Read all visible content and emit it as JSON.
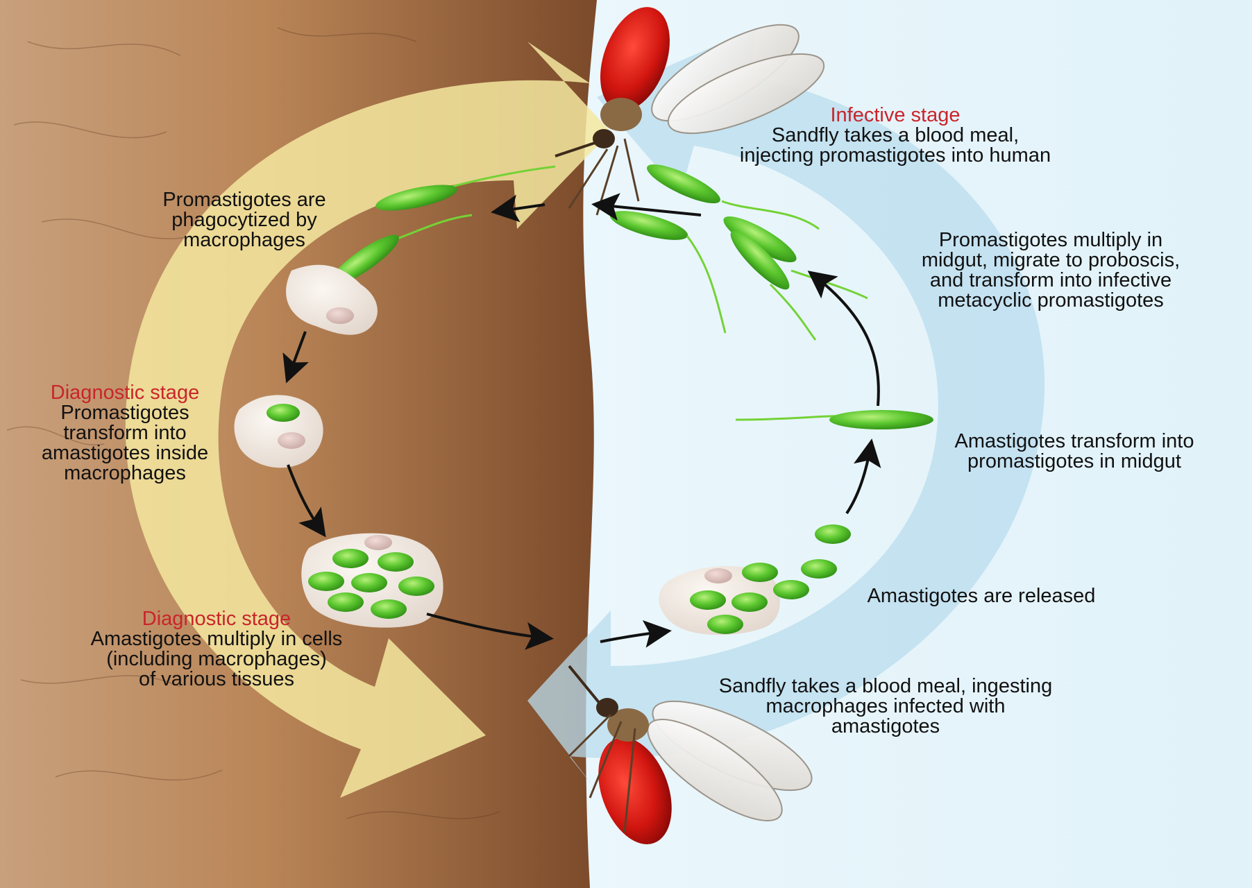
{
  "colors": {
    "skin_dark": "#7a4a2c",
    "skin_light": "#d9b28e",
    "sandfly_bg": "#e8f6fb",
    "yellow_arrow": "#f4e7a0",
    "blue_arrow": "#b9dcee",
    "parasite_green": "#5cc72f",
    "stage_red": "#c9252b",
    "arrow_black": "#111111"
  },
  "labels": {
    "infective": {
      "stage": "Infective stage",
      "lines": [
        "Sandfly takes a blood meal,",
        "injecting promastigotes into human"
      ]
    },
    "phagocytized": {
      "lines": [
        "Promastigotes are",
        "phagocytized by",
        "macrophages"
      ]
    },
    "diagnostic_1": {
      "stage": "Diagnostic stage",
      "lines": [
        "Promastigotes",
        "transform into",
        "amastigotes inside",
        "macrophages"
      ]
    },
    "diagnostic_2": {
      "stage": "Diagnostic stage",
      "lines": [
        "Amastigotes multiply in cells",
        "(including macrophages)",
        "of various tissues"
      ]
    },
    "midgut_multiply": {
      "lines": [
        "Promastigotes multiply in",
        "midgut, migrate to proboscis,",
        "and transform into infective",
        "metacyclic promastigotes"
      ]
    },
    "transform_midgut": {
      "lines": [
        "Amastigotes transform into",
        "promastigotes in midgut"
      ]
    },
    "released": {
      "lines": [
        "Amastigotes are released"
      ]
    },
    "ingesting": {
      "lines": [
        "Sandfly takes a blood meal, ingesting",
        "macrophages infected with",
        "amastigotes"
      ]
    }
  }
}
